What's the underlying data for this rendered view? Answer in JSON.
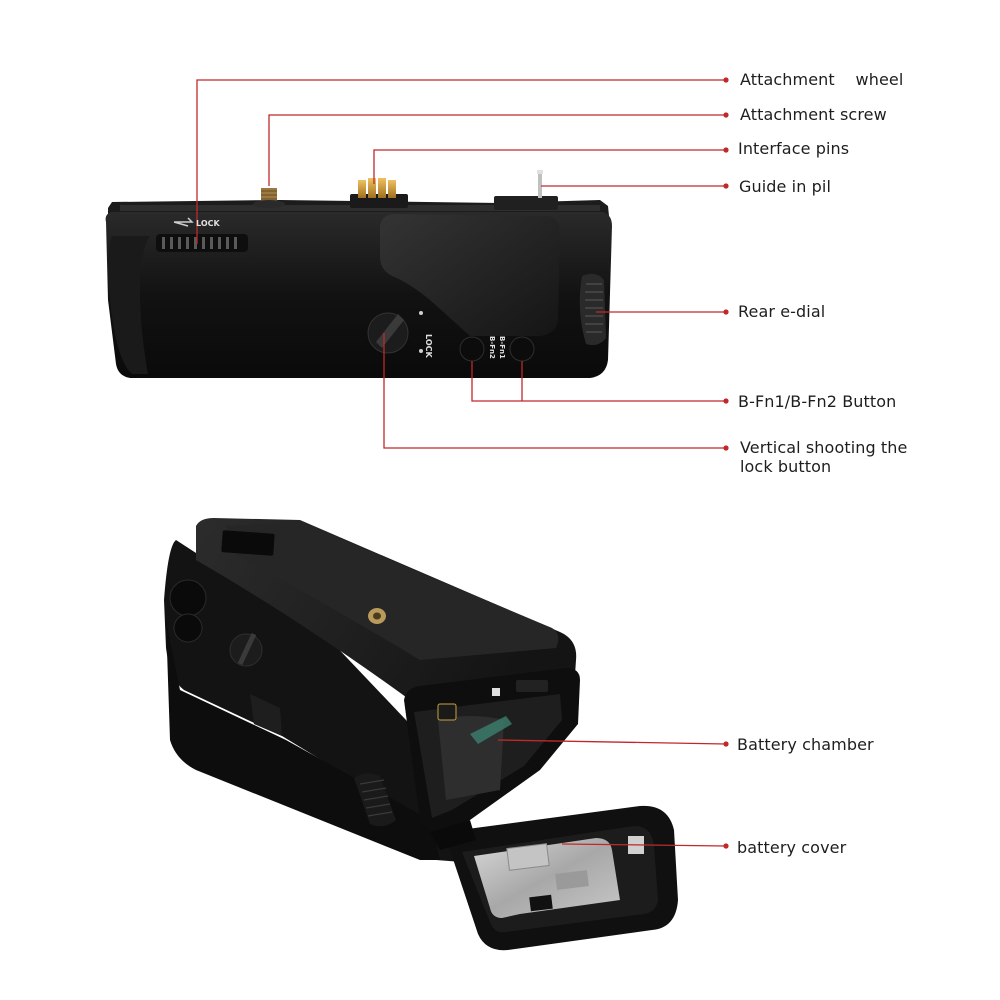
{
  "callouts": {
    "attachment_wheel": "Attachment    wheel",
    "attachment_screw": "Attachment screw",
    "interface_pins": "Interface pins",
    "guide_pin": "Guide in pil",
    "rear_edial": "Rear e-dial",
    "bfn_buttons": "B-Fn1/B-Fn2 Button",
    "vertical_lock_line1": "Vertical shooting the",
    "vertical_lock_line2": "lock button",
    "battery_chamber": "Battery chamber",
    "battery_cover": "battery cover"
  },
  "product_markings": {
    "lock_top": "LOCK",
    "lock_side": "LOCK",
    "bfn1": "B-Fn1",
    "bfn2": "B-Fn2"
  },
  "colors": {
    "leader_line": "#c0282b",
    "body": "#121212",
    "rubber_grip": "#242424",
    "metal_plate": "#b8b8b8",
    "background": "#ffffff"
  }
}
